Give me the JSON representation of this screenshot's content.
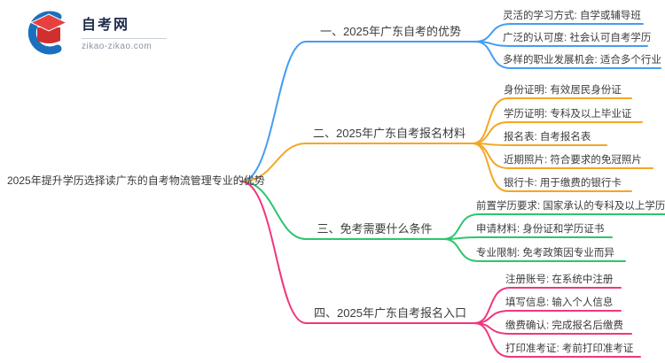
{
  "logo": {
    "title": "自考网",
    "domain": "zikao-zikao.com"
  },
  "root": {
    "label": "2025年提升学历选择读广东的自考物流管理专业的优势"
  },
  "branches": [
    {
      "label": "一、2025年广东自考的优势",
      "color": "#459df2",
      "children": [
        "灵活的学习方式: 自学或辅导班",
        "广泛的认可度: 社会认可自考学历",
        "多样的职业发展机会: 适合多个行业"
      ]
    },
    {
      "label": "二、2025年广东自考报名材料",
      "color": "#f5a623",
      "children": [
        "身份证明: 有效居民身份证",
        "学历证明: 专科及以上毕业证",
        "报名表: 自考报名表",
        "近期照片: 符合要求的免冠照片",
        "银行卡: 用于缴费的银行卡"
      ]
    },
    {
      "label": "三、免考需要什么条件",
      "color": "#2cc56e",
      "children": [
        "前置学历要求: 国家承认的专科及以上学历",
        "申请材料: 身份证和学历证书",
        "专业限制: 免考政策因专业而异"
      ]
    },
    {
      "label": "四、2025年广东自考报名入口",
      "color": "#f0367e",
      "children": [
        "注册账号: 在系统中注册",
        "填写信息: 输入个人信息",
        "缴费确认: 完成报名后缴费",
        "打印准考证: 考前打印准考证"
      ]
    }
  ]
}
